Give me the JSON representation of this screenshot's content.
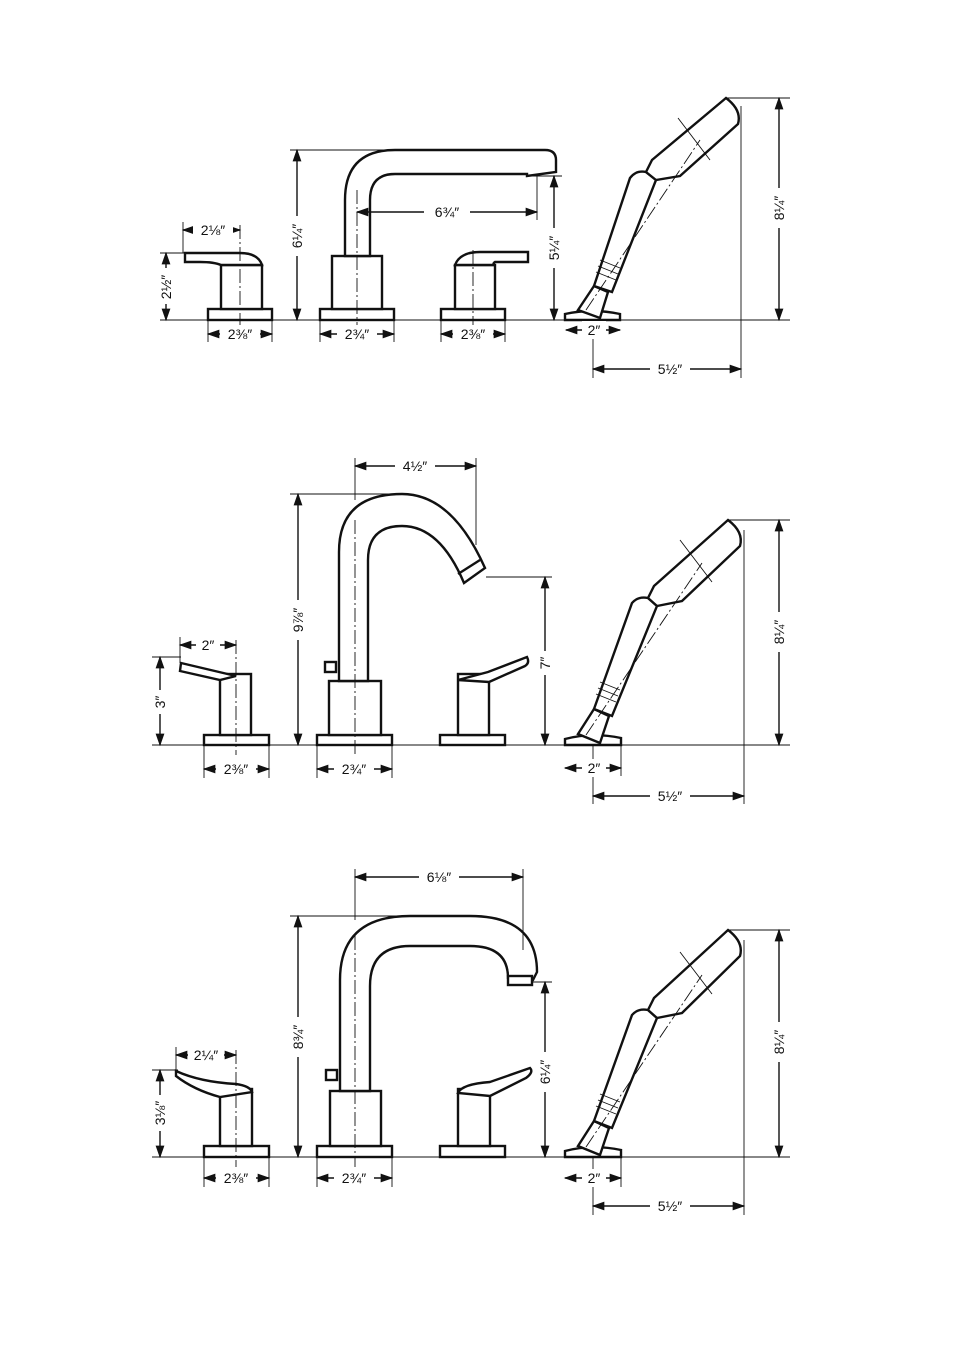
{
  "diagrams": [
    {
      "id": "set-1",
      "labels": {
        "handle_width": "2⅛″",
        "handle_height": "2½″",
        "base_left": "2⅜″",
        "spout_height": "6¼″",
        "spout_reach": "6¾″",
        "base_center": "2¾″",
        "base_right": "2⅜″",
        "outlet_height": "5¼″",
        "shower_base": "2″",
        "shower_reach": "5½″",
        "shower_height": "8¼″"
      }
    },
    {
      "id": "set-2",
      "labels": {
        "spout_reach": "4½″",
        "spout_height": "9⅞″",
        "handle_width": "2″",
        "handle_height": "3″",
        "outlet_height": "7″",
        "base_left": "2⅜″",
        "base_center": "2¾″",
        "shower_base": "2″",
        "shower_reach": "5½″",
        "shower_height": "8¼″"
      }
    },
    {
      "id": "set-3",
      "labels": {
        "spout_reach": "6⅛″",
        "spout_height": "8¾″",
        "handle_width": "2¼″",
        "handle_height": "3⅛″",
        "outlet_height": "6¼″",
        "base_left": "2⅜″",
        "base_center": "2¾″",
        "shower_base": "2″",
        "shower_reach": "5½″",
        "shower_height": "8¼″"
      }
    }
  ]
}
